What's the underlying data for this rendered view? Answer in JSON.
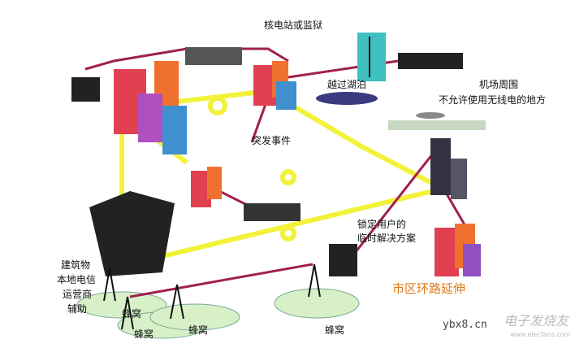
{
  "labels": {
    "nuclear_or_prison": "核电站或监狱",
    "cross_lake": "越过湖泊",
    "airport_line1": "机场周围",
    "airport_line2": "不允许使用无线电的地方",
    "emergency": "突发事件",
    "temp_line1": "锁定用户的",
    "temp_line2": "临时解决方案",
    "building_line1": "建筑物",
    "building_line2": "本地电信",
    "building_line3": "运营商",
    "building_line4": "辅助",
    "city_ring": "市区环路延伸",
    "cells": [
      "蜂窝",
      "蜂窝",
      "蜂窝",
      "蜂窝"
    ]
  },
  "watermark": {
    "site": "ybx8.cn",
    "brand": "电子发烧友",
    "url": "www.elecfans.com"
  },
  "colors": {
    "link_yellow": "#f2f23a",
    "link_red": "#a0204a",
    "cell_fill": "#d8f0c8",
    "accent_orange": "#e07a1a"
  }
}
